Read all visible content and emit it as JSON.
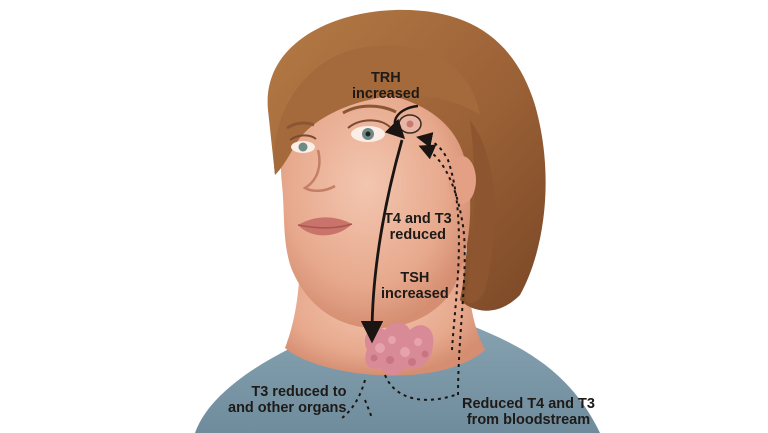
{
  "figure": {
    "labels": {
      "trh": [
        "TRH",
        "increased"
      ],
      "t4_t3": [
        "T4 and T3",
        "reduced"
      ],
      "tsh": [
        "TSH",
        "increased"
      ],
      "organs": [
        "T3 reduced to",
        "and other organs"
      ],
      "bloodstream": [
        "Reduced T4 and T3",
        "from bloodstream"
      ]
    },
    "icons": [
      "head-illustration",
      "hypothalamus-icon",
      "thyroid-icon",
      "arrow-icon"
    ]
  }
}
